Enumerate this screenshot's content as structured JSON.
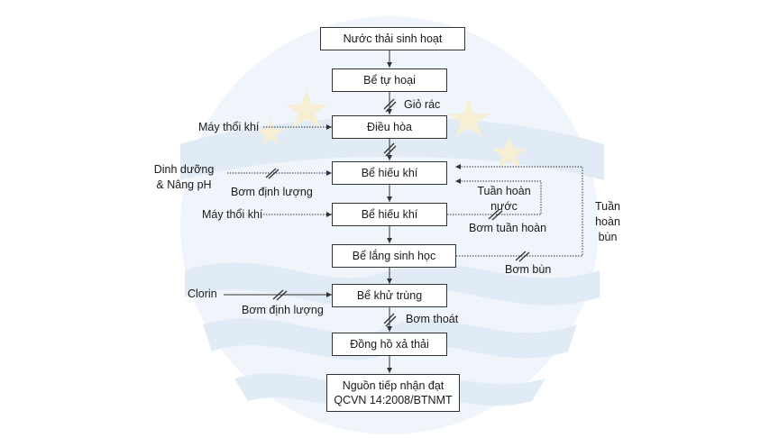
{
  "diagram": {
    "nodes": {
      "source": "Nước thải sinh hoạt",
      "septic": "Bể tự hoại",
      "equalization": "Điều hòa",
      "aerobic1": "Bể hiếu khí",
      "aerobic2": "Bể hiếu khí",
      "settling": "Bể lắng sinh học",
      "disinfection": "Bể khử trùng",
      "meter": "Đồng hồ xả thải",
      "receiver": "Nguồn tiếp nhận đạt\nQCVN 14:2008/BTNMT"
    },
    "labels": {
      "trash_basket": "Giỏ rác",
      "blower_1": "Máy thổi khí",
      "nutrients": "Dinh dưỡng\n& Nâng pH",
      "dosing_pump_1": "Bơm định lượng",
      "blower_2": "Máy thổi khí",
      "water_recirc": "Tuần hoàn\nnước",
      "recirc_pump": "Bơm tuần hoàn",
      "sludge_recirc": "Tuần\nhoàn\nbùn",
      "sludge_pump": "Bơm bùn",
      "chlorine": "Clorin",
      "dosing_pump_2": "Bơm định lượng",
      "discharge_pump": "Bơm thoát"
    }
  },
  "colors": {
    "line": "#333333",
    "watermark": "#d6e4f3",
    "star": "#f3e6b8"
  }
}
